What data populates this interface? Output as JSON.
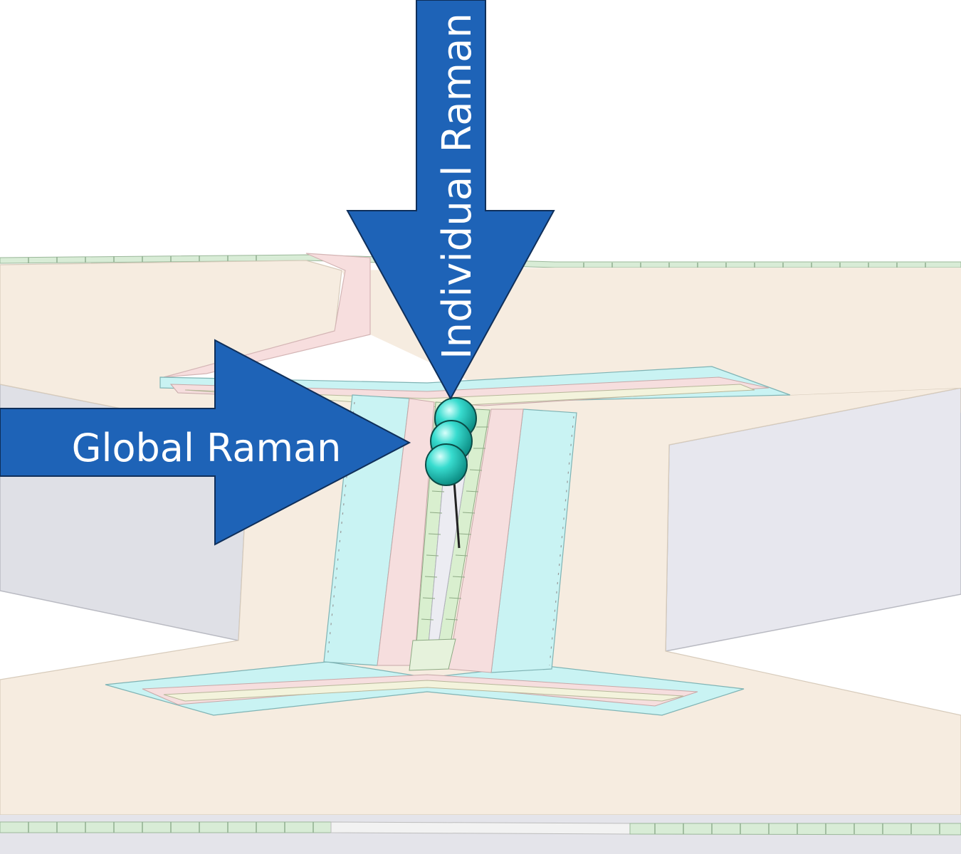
{
  "labels": {
    "global_beam": "Global Raman",
    "individual_beam": "Individual Raman"
  },
  "colors": {
    "arrow_fill": "#1e63b7",
    "arrow_stroke": "#0f2f5a",
    "chip_surface": "#f5ece0",
    "rf_rail": "#c9f3f3",
    "dc_rail": "#f6dede",
    "wall": "#e7e7ee",
    "ion": "#1fc4b8",
    "trace_green": "#cfe9cc"
  },
  "ions": {
    "count": 3
  }
}
